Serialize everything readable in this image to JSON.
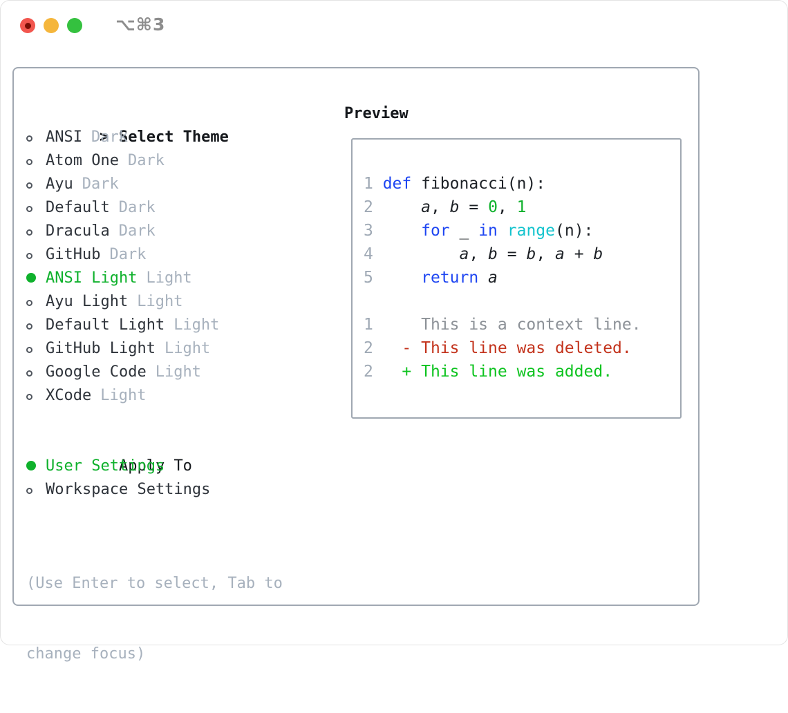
{
  "window": {
    "title": "⌥⌘3",
    "traffic_lights": {
      "close": "red-with-dot",
      "minimize": "yellow",
      "zoom": "green"
    }
  },
  "theme_list": {
    "prompt": ">",
    "header": "Select Theme",
    "items": [
      {
        "name": "ANSI",
        "tag": "Dark",
        "selected": false
      },
      {
        "name": "Atom One",
        "tag": "Dark",
        "selected": false
      },
      {
        "name": "Ayu",
        "tag": "Dark",
        "selected": false
      },
      {
        "name": "Default",
        "tag": "Dark",
        "selected": false
      },
      {
        "name": "Dracula",
        "tag": "Dark",
        "selected": false
      },
      {
        "name": "GitHub",
        "tag": "Dark",
        "selected": false
      },
      {
        "name": "ANSI Light",
        "tag": "Light",
        "selected": true
      },
      {
        "name": "Ayu Light",
        "tag": "Light",
        "selected": false
      },
      {
        "name": "Default Light",
        "tag": "Light",
        "selected": false
      },
      {
        "name": "GitHub Light",
        "tag": "Light",
        "selected": false
      },
      {
        "name": "Google Code",
        "tag": "Light",
        "selected": false
      },
      {
        "name": "XCode",
        "tag": "Light",
        "selected": false
      }
    ]
  },
  "apply_to": {
    "header": "Apply To",
    "options": [
      {
        "name": "User Settings",
        "selected": true
      },
      {
        "name": "Workspace Settings",
        "selected": false
      }
    ]
  },
  "hint": {
    "line1": "(Use Enter to select, Tab to",
    "line2": "change focus)"
  },
  "preview": {
    "header": "Preview",
    "lines": [
      {
        "kind": "code",
        "num": "1",
        "tokens": [
          {
            "t": "def",
            "c": "kw"
          },
          {
            "t": " fibonacci(n):",
            "c": "pl"
          }
        ]
      },
      {
        "kind": "code",
        "num": "2",
        "tokens": [
          {
            "t": "    ",
            "c": "pl"
          },
          {
            "t": "a",
            "c": "var"
          },
          {
            "t": ", ",
            "c": "pl"
          },
          {
            "t": "b",
            "c": "var"
          },
          {
            "t": " = ",
            "c": "pl"
          },
          {
            "t": "0",
            "c": "num"
          },
          {
            "t": ", ",
            "c": "pl"
          },
          {
            "t": "1",
            "c": "num"
          }
        ]
      },
      {
        "kind": "code",
        "num": "3",
        "tokens": [
          {
            "t": "    ",
            "c": "pl"
          },
          {
            "t": "for",
            "c": "kw"
          },
          {
            "t": " _ ",
            "c": "pl"
          },
          {
            "t": "in",
            "c": "kw"
          },
          {
            "t": " ",
            "c": "pl"
          },
          {
            "t": "range",
            "c": "fn"
          },
          {
            "t": "(n):",
            "c": "pl"
          }
        ]
      },
      {
        "kind": "code",
        "num": "4",
        "tokens": [
          {
            "t": "        ",
            "c": "pl"
          },
          {
            "t": "a",
            "c": "var"
          },
          {
            "t": ", ",
            "c": "pl"
          },
          {
            "t": "b",
            "c": "var"
          },
          {
            "t": " = ",
            "c": "pl"
          },
          {
            "t": "b",
            "c": "var"
          },
          {
            "t": ", ",
            "c": "pl"
          },
          {
            "t": "a",
            "c": "var"
          },
          {
            "t": " + ",
            "c": "pl"
          },
          {
            "t": "b",
            "c": "var"
          }
        ]
      },
      {
        "kind": "code",
        "num": "5",
        "tokens": [
          {
            "t": "    ",
            "c": "pl"
          },
          {
            "t": "return",
            "c": "kw"
          },
          {
            "t": " ",
            "c": "pl"
          },
          {
            "t": "a",
            "c": "var"
          }
        ]
      },
      {
        "kind": "blank",
        "num": "",
        "tokens": []
      },
      {
        "kind": "context",
        "num": "1",
        "tokens": [
          {
            "t": "    ",
            "c": "pl"
          },
          {
            "t": "This is a context line.",
            "c": "ctx"
          }
        ]
      },
      {
        "kind": "deleted",
        "num": "2",
        "tokens": [
          {
            "t": "  ",
            "c": "pl"
          },
          {
            "t": "- This line was deleted.",
            "c": "del"
          }
        ]
      },
      {
        "kind": "added",
        "num": "2",
        "tokens": [
          {
            "t": "  ",
            "c": "pl"
          },
          {
            "t": "+ This line was added.",
            "c": "add"
          }
        ]
      }
    ]
  },
  "colors": {
    "accent_green": "#0fb12c",
    "keyword_blue": "#1d45f2",
    "function_cyan": "#13c3cd",
    "number_green": "#0fb12c",
    "deleted_red": "#c3331c",
    "added_green": "#0dc31f",
    "muted_gray": "#a7b1bd",
    "context_gray": "#8c9197",
    "border_gray": "#a0a8b2",
    "traffic_red": "#f2564e",
    "traffic_yellow": "#f5b63c",
    "traffic_green": "#34c13f"
  }
}
